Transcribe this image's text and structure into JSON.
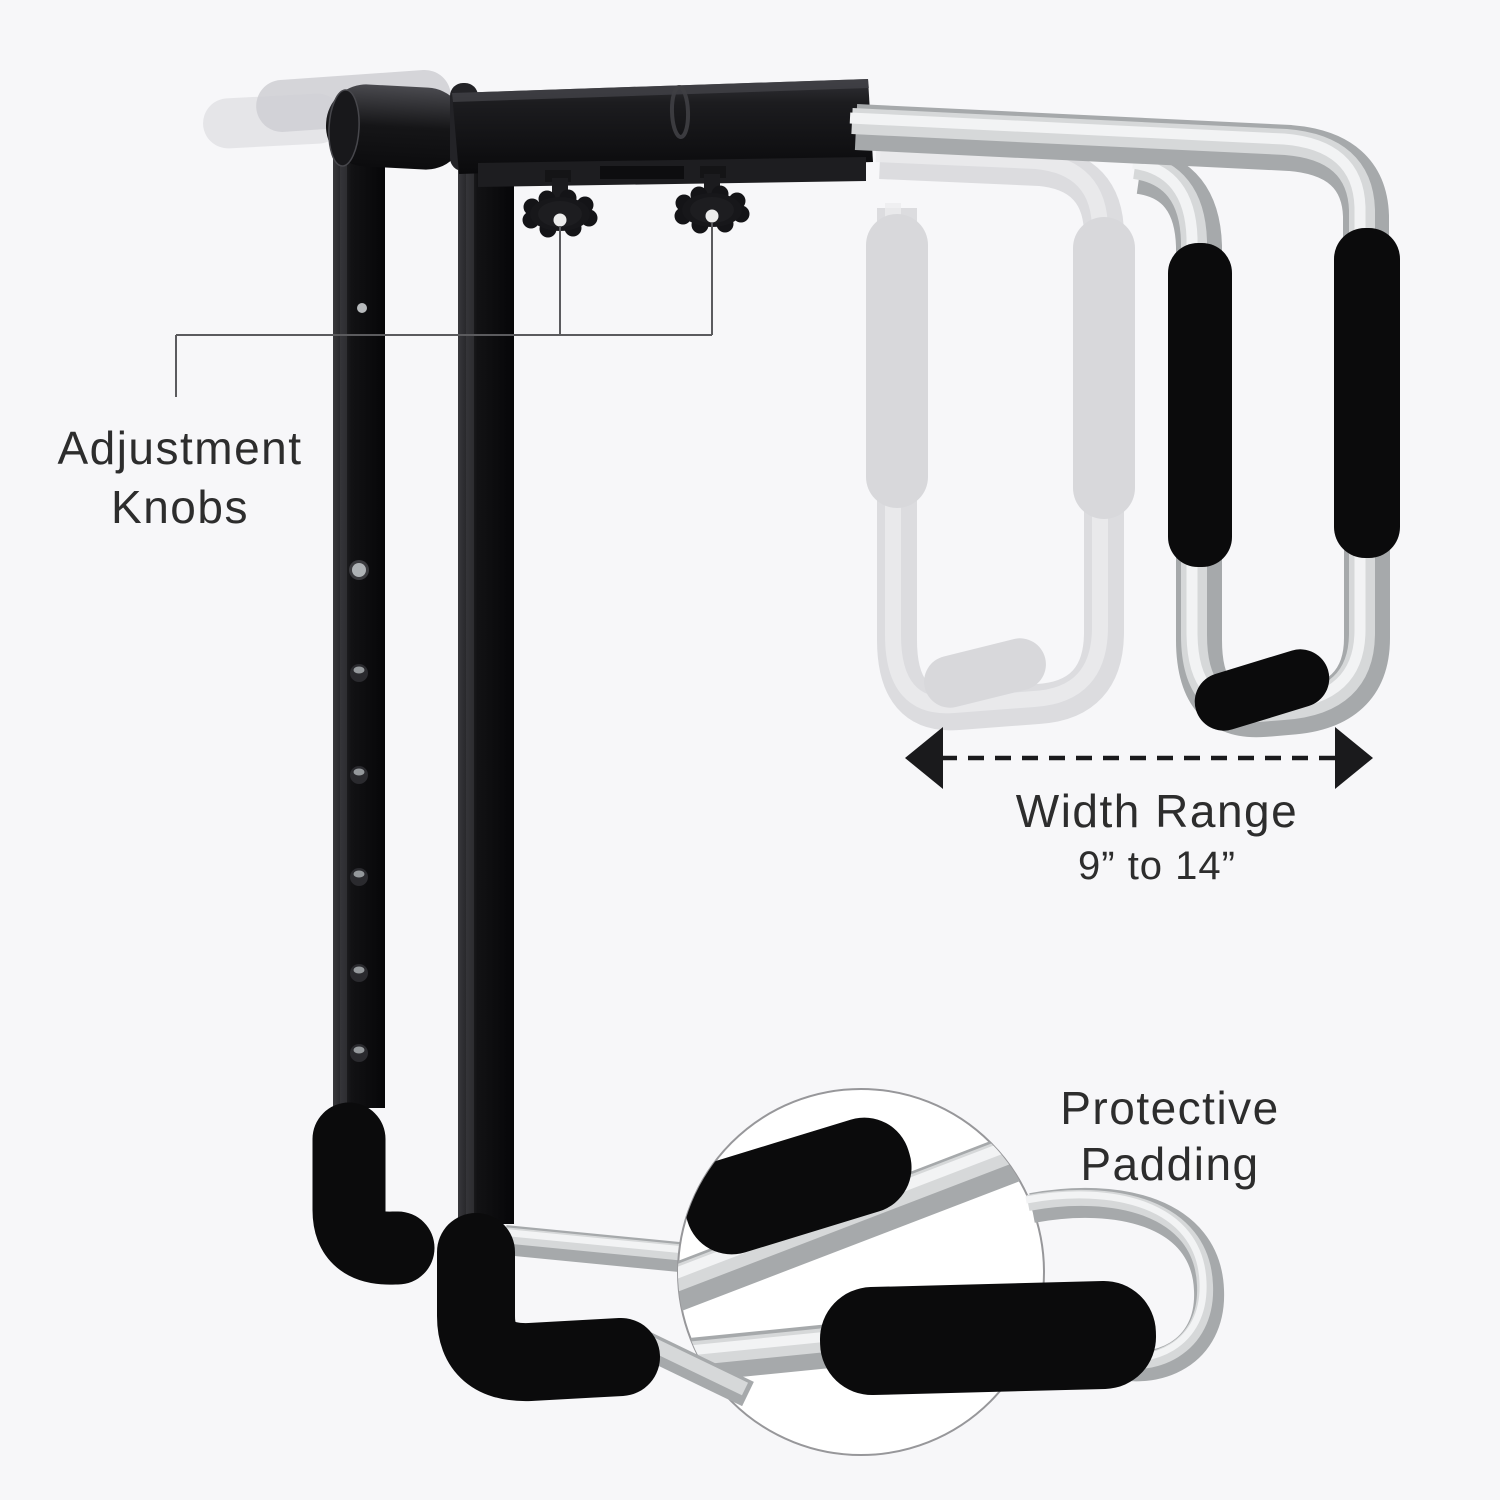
{
  "page": {
    "background": "#f7f7f9"
  },
  "colors": {
    "text": "#2d2d2d",
    "callout_line": "#5b5b5e",
    "arrow": "#1a1a1c",
    "metal_black": "#121214",
    "silver_base": "#a6a9ab",
    "silver_mid": "#d6d8d9",
    "silver_light": "#f2f3f4",
    "ghost": "#c6c7cb",
    "foam_black": "#0b0b0c",
    "magnifier_border": "#97979a",
    "magnifier_fill": "#ffffff"
  },
  "callouts": {
    "adjustment_knobs": {
      "line1": "Adjustment",
      "line2": "Knobs"
    },
    "width_range": {
      "title": "Width Range",
      "range": "9” to 14”"
    },
    "protective_padding": {
      "line1": "Protective",
      "line2": "Padding"
    }
  }
}
